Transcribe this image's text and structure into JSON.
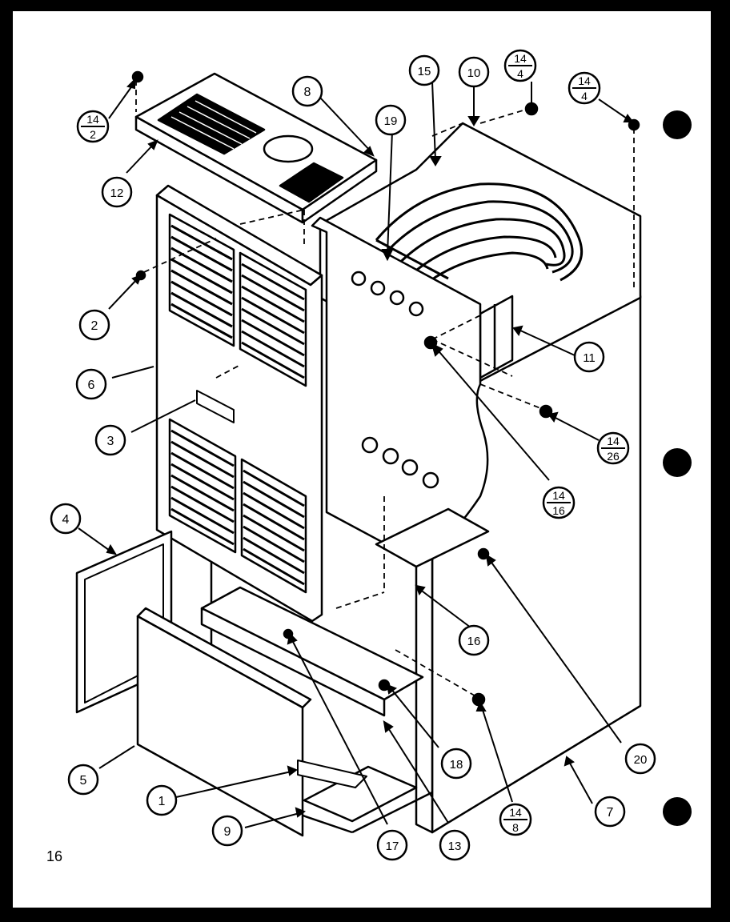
{
  "page_number": "16",
  "callouts": [
    {
      "id": "c1",
      "label": "1"
    },
    {
      "id": "c2",
      "label": "2"
    },
    {
      "id": "c3",
      "label": "3"
    },
    {
      "id": "c4",
      "label": "4"
    },
    {
      "id": "c5",
      "label": "5"
    },
    {
      "id": "c6",
      "label": "6"
    },
    {
      "id": "c7",
      "label": "7"
    },
    {
      "id": "c8",
      "label": "8"
    },
    {
      "id": "c9",
      "label": "9"
    },
    {
      "id": "c10",
      "label": "10"
    },
    {
      "id": "c11",
      "label": "11"
    },
    {
      "id": "c12",
      "label": "12"
    },
    {
      "id": "c13",
      "label": "13"
    },
    {
      "id": "c15",
      "label": "15"
    },
    {
      "id": "c16",
      "label": "16"
    },
    {
      "id": "c17",
      "label": "17"
    },
    {
      "id": "c18",
      "label": "18"
    },
    {
      "id": "c19",
      "label": "19"
    },
    {
      "id": "c20",
      "label": "20"
    }
  ],
  "fraction_callouts": [
    {
      "id": "f2",
      "top": "14",
      "bottom": "2"
    },
    {
      "id": "f4a",
      "top": "14",
      "bottom": "4"
    },
    {
      "id": "f4b",
      "top": "14",
      "bottom": "4"
    },
    {
      "id": "f26",
      "top": "14",
      "bottom": "26"
    },
    {
      "id": "f16",
      "top": "14",
      "bottom": "16"
    },
    {
      "id": "f8",
      "top": "14",
      "bottom": "8"
    }
  ]
}
